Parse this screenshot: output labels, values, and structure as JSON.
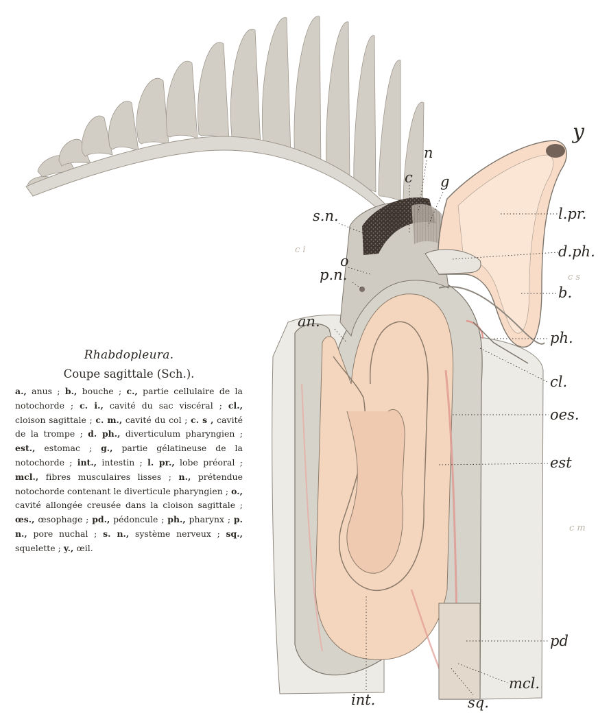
{
  "figure": {
    "title": "Rhabdopleura.",
    "subtitle": "Coupe sagittale (Sch.).",
    "legend": [
      {
        "abbr": "a.,",
        "text": " anus ; "
      },
      {
        "abbr": "b.,",
        "text": " bouche ; "
      },
      {
        "abbr": "c.,",
        "text": " partie cellulaire de la notochorde ; "
      },
      {
        "abbr": "c. i.,",
        "text": " cavité du sac viscéral ; "
      },
      {
        "abbr": "cl.,",
        "text": " cloison sagittale ; "
      },
      {
        "abbr": "c. m.,",
        "text": " cavité du col ; "
      },
      {
        "abbr": "c. s ,",
        "text": " cavité de la trompe ; "
      },
      {
        "abbr": "d. ph.,",
        "text": " diverticulum pharyngien ; "
      },
      {
        "abbr": "est.,",
        "text": " estomac ; "
      },
      {
        "abbr": "g.,",
        "text": " partie gélatineuse de la notochorde ; "
      },
      {
        "abbr": "int.,",
        "text": " intestin ; "
      },
      {
        "abbr": "l. pr.,",
        "text": " lobe préoral ; "
      },
      {
        "abbr": "mcl.,",
        "text": " fibres musculaires lisses ; "
      },
      {
        "abbr": "n.,",
        "text": " prétendue notochorde contenant le diverticule pharyngien ; "
      },
      {
        "abbr": "o.,",
        "text": " cavité allongée creusée dans la cloison sagittale ; "
      },
      {
        "abbr": "œs.,",
        "text": " œsophage ; "
      },
      {
        "abbr": "pd.,",
        "text": " pédoncule ; "
      },
      {
        "abbr": "ph.,",
        "text": " pharynx ; "
      },
      {
        "abbr": "p. n.,",
        "text": " pore nuchal ; "
      },
      {
        "abbr": "s. n.,",
        "text": " système nerveux ; "
      },
      {
        "abbr": "sq.,",
        "text": " squelette ; "
      },
      {
        "abbr": "y.,",
        "text": " œil."
      }
    ]
  },
  "labels": {
    "y": "y",
    "n": "n",
    "c": "c",
    "g": "g",
    "lpr": "l.pr.",
    "sn": "s.n.",
    "o": "o",
    "pn": "p.n.",
    "dph": "d.ph.",
    "an": "an.",
    "b": "b.",
    "ph": "ph.",
    "cl": "cl.",
    "oes": "oes.",
    "est": "est",
    "pd": "pd",
    "int": "int.",
    "sq": "sq.",
    "mcl": "mcl."
  },
  "faint_marks": {
    "ci": "c i",
    "cm": "c m",
    "cs": "c s"
  },
  "colors": {
    "ink": "#2a2622",
    "tissue_gray": "#d8d5cd",
    "tissue_light": "#ecebe6",
    "flesh": "#f5dcc4",
    "pink": "#e8a098",
    "dark_cells": "#4a403a"
  }
}
